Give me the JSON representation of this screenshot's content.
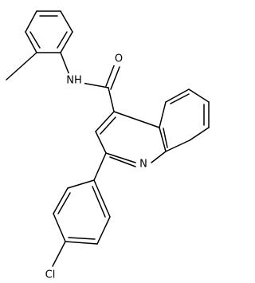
{
  "structure": {
    "atom_labels": {
      "oxygen": "O",
      "amide_nitrogen": "NH",
      "ring_nitrogen": "N",
      "chlorine": "Cl"
    }
  }
}
